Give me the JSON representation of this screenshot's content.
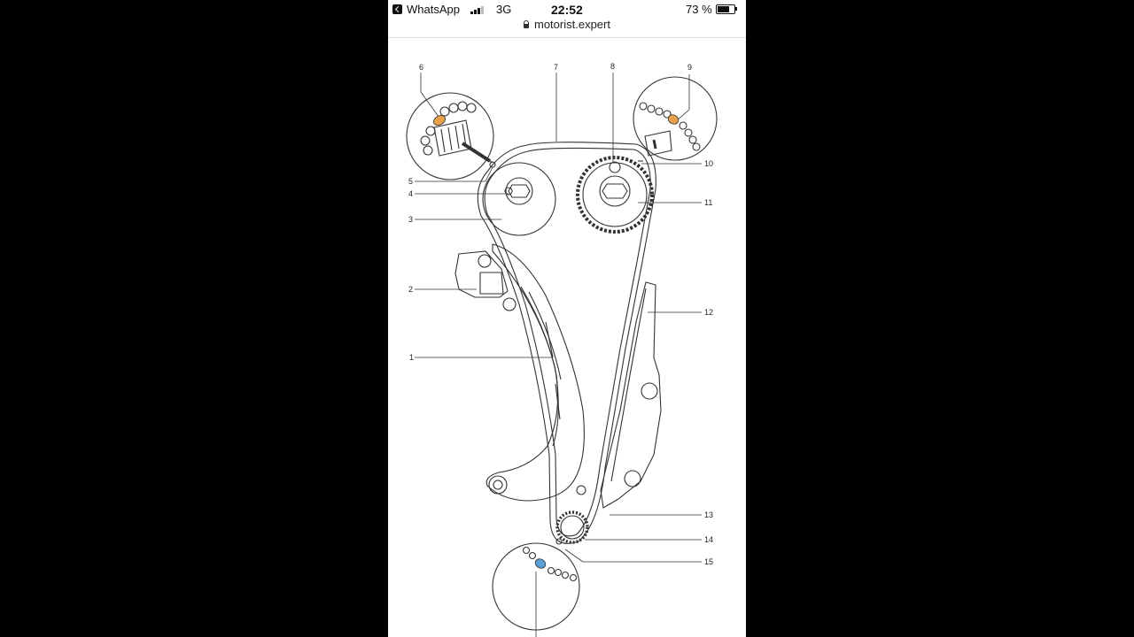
{
  "status_bar": {
    "back_app": "WhatsApp",
    "network": "3G",
    "time": "22:52",
    "battery_percent": "73 %",
    "battery_level": 0.73,
    "signal_bars": 3
  },
  "browser": {
    "url": "motorist.expert"
  },
  "diagram": {
    "callouts": [
      "1",
      "2",
      "3",
      "4",
      "5",
      "6",
      "7",
      "8",
      "9",
      "10",
      "11",
      "12",
      "13",
      "14",
      "15"
    ],
    "highlight_colors": {
      "orange": "#e8a04a",
      "blue": "#5aa0d8"
    }
  }
}
